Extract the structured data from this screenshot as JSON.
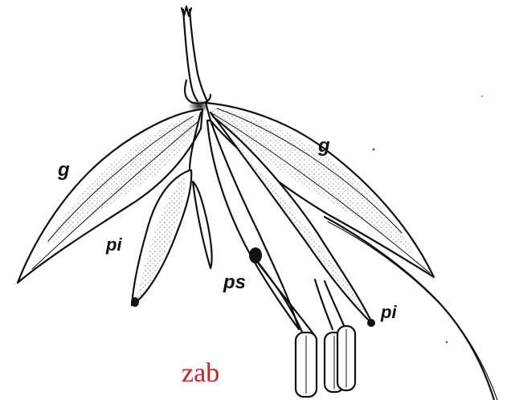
{
  "labels": {
    "glume_left": "g",
    "glume_right": "g",
    "palea_left": "pi",
    "palea_stamen": "ps",
    "palea_right": "pi"
  },
  "caption": {
    "text": "zab",
    "color": "#d42020"
  },
  "colors": {
    "ink": "#111111",
    "fill": "#ffffff"
  }
}
